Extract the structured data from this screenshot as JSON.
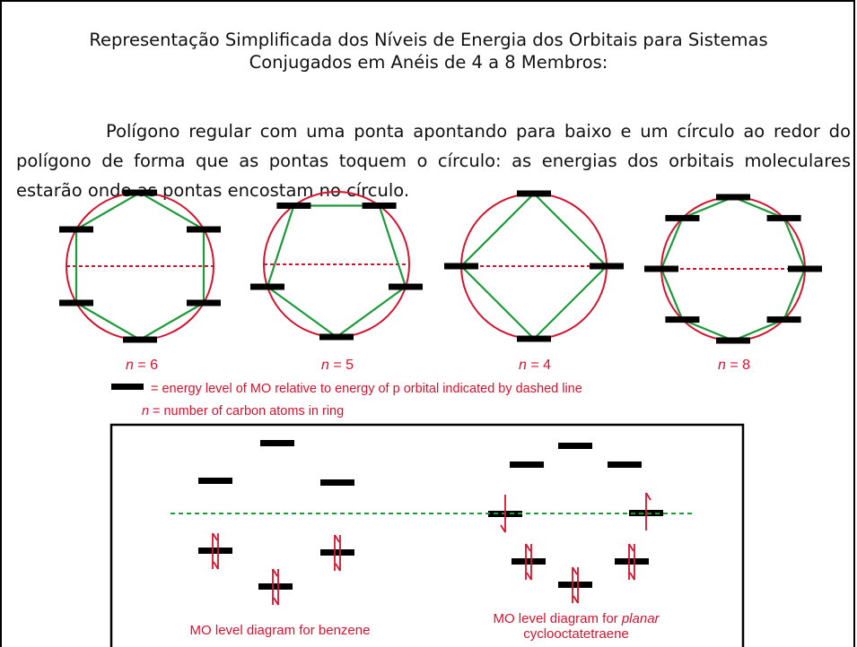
{
  "title_line1": "Representação Simplificada dos Níveis de Energia dos Orbitais para Sistemas",
  "title_line2": "Conjugados em Anéis de 4 a 8 Membros:",
  "paragraph": "Polígono regular com uma ponta apontando para baixo e um círculo ao redor do polígono de forma que as pontas toquem o círculo: as energias dos orbitais moleculares estarão onde as pontas encostam no círculo.",
  "rings": [
    {
      "n": 6,
      "label": "n = 6"
    },
    {
      "n": 5,
      "label": "n = 5"
    },
    {
      "n": 4,
      "label": "n = 4"
    },
    {
      "n": 8,
      "label": "n = 8"
    }
  ],
  "legend": {
    "bar_text": "= energy level of MO relative to energy of p orbital indicated by dashed line",
    "n_text": "= number of carbon atoms in ring",
    "n_symbol": "n"
  },
  "benzene_caption": "MO level diagram for benzene",
  "cot_caption_1": "MO level diagram for ",
  "cot_caption_italic": "planar",
  "cot_caption_2": "cyclooctatetraene",
  "colors": {
    "circle": "#d6132e",
    "polygon": "#1d9a3a",
    "bar": "#000000",
    "dash": "#d6132e",
    "dash_green": "#1d9a3a",
    "arrow": "#d6132e",
    "label": "#d6132e"
  }
}
